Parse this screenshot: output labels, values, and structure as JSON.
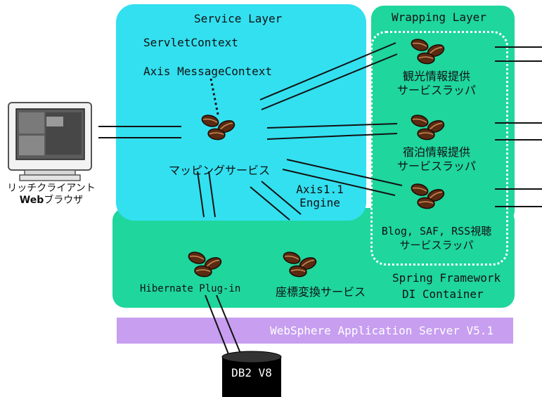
{
  "service_layer": {
    "title": "Service Layer",
    "servlet_context": "ServletContext",
    "axis_message_context": "Axis MessageContext",
    "mapping_service": "マッピングサービス",
    "axis_engine_line1": "Axis1.1",
    "axis_engine_line2": "Engine"
  },
  "wrapping_layer": {
    "title": "Wrapping Layer",
    "wrappers": [
      {
        "line1": "観光情報提供",
        "line2": "サービスラッパ"
      },
      {
        "line1": "宿泊情報提供",
        "line2": "サービスラッパ"
      },
      {
        "line1": "Blog, SAF, RSS視聴",
        "line2": "サービスラッパ"
      }
    ]
  },
  "spring": {
    "line1": "Spring Framework",
    "line2": "DI Container",
    "hibernate": "Hibernate Plug-in",
    "coordinate_service": "座標変換サービス"
  },
  "websphere": {
    "label": "WebSphere Application Server V5.1"
  },
  "database": {
    "label": "DB2 V8"
  },
  "client": {
    "line1": "リッチクライアント",
    "line2_bold": "Web",
    "line2_rest": "ブラウザ"
  },
  "colors": {
    "service_layer": "#33e0f0",
    "spring_container": "#1fd69d",
    "websphere_bar": "#c79ef0",
    "database": "#000000",
    "bean": "#5a2a12"
  },
  "icons": [
    "coffee-bean-cluster-icon",
    "computer-monitor-icon",
    "database-cylinder-icon"
  ]
}
